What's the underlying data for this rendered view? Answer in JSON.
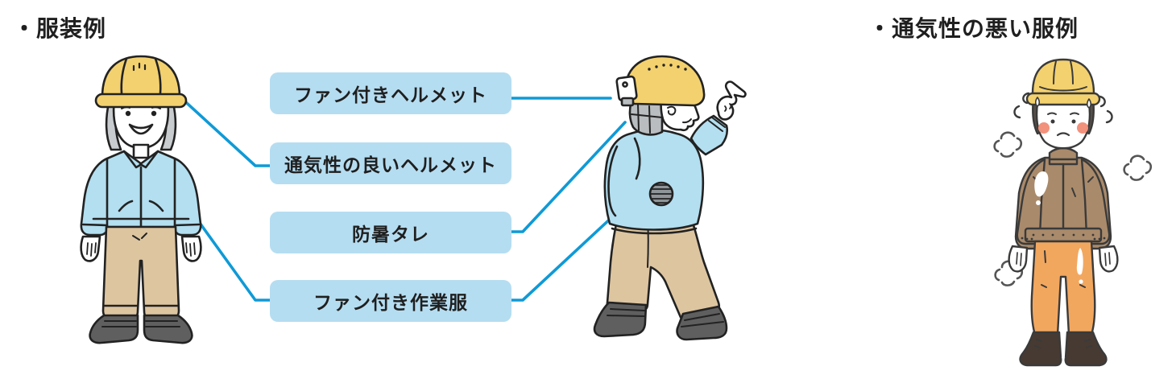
{
  "titles": {
    "left": "・服装例",
    "right": "・通気性の悪い服例"
  },
  "labels": [
    {
      "text": "ファン付きヘルメット"
    },
    {
      "text": "通気性の良いヘルメット"
    },
    {
      "text": "防暑タレ"
    },
    {
      "text": "ファン付き作業服"
    }
  ],
  "colors": {
    "label-bg": "#b5ddf1",
    "line-blue": "#0f9ad6",
    "helmet-yellow": "#f3d16e",
    "jacket-blue": "#b3dff0",
    "pants-tan": "#ddc5a0",
    "boots-gray": "#5f5f5f",
    "jacket-brown": "#a98a6b",
    "pants-orange": "#f2a75f",
    "boots-brown": "#473a32",
    "text-dark": "#1f1f1f"
  }
}
